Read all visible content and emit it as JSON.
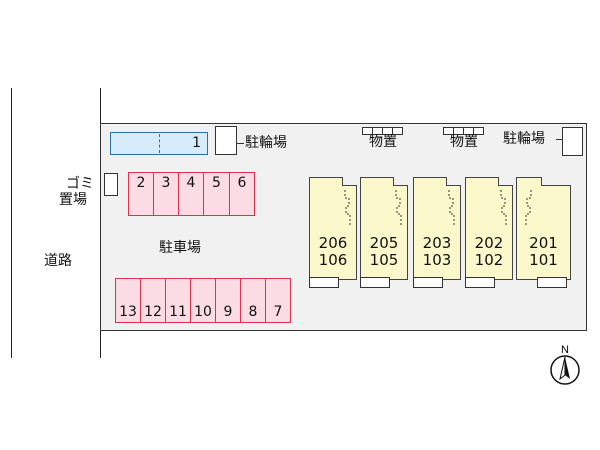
{
  "road": {
    "label": "道路"
  },
  "garbage": {
    "label_line1": "ゴミ",
    "label_line2": "置場"
  },
  "bike_parking_left": {
    "label": "駐輪場",
    "number": "1"
  },
  "bike_parking_right": {
    "label": "駐輪場"
  },
  "storage": [
    {
      "label": "物置"
    },
    {
      "label": "物置"
    }
  ],
  "parking": {
    "label": "駐車場",
    "top_row": [
      "2",
      "3",
      "4",
      "5",
      "6"
    ],
    "bottom_row": [
      "13",
      "12",
      "11",
      "10",
      "9",
      "8",
      "7"
    ]
  },
  "units": [
    {
      "upper": "206",
      "lower": "106"
    },
    {
      "upper": "205",
      "lower": "105"
    },
    {
      "upper": "203",
      "lower": "103"
    },
    {
      "upper": "202",
      "lower": "102"
    },
    {
      "upper": "201",
      "lower": "101"
    }
  ],
  "compass": {
    "label": "N"
  },
  "colors": {
    "parking_fill": "#fbdbe4",
    "parking_border": "#e0304a",
    "bike_fill": "#d7ecfa",
    "bike_border": "#2b6fb0",
    "unit_fill": "#fbf9cc",
    "lot_fill": "#f1f1f1"
  }
}
